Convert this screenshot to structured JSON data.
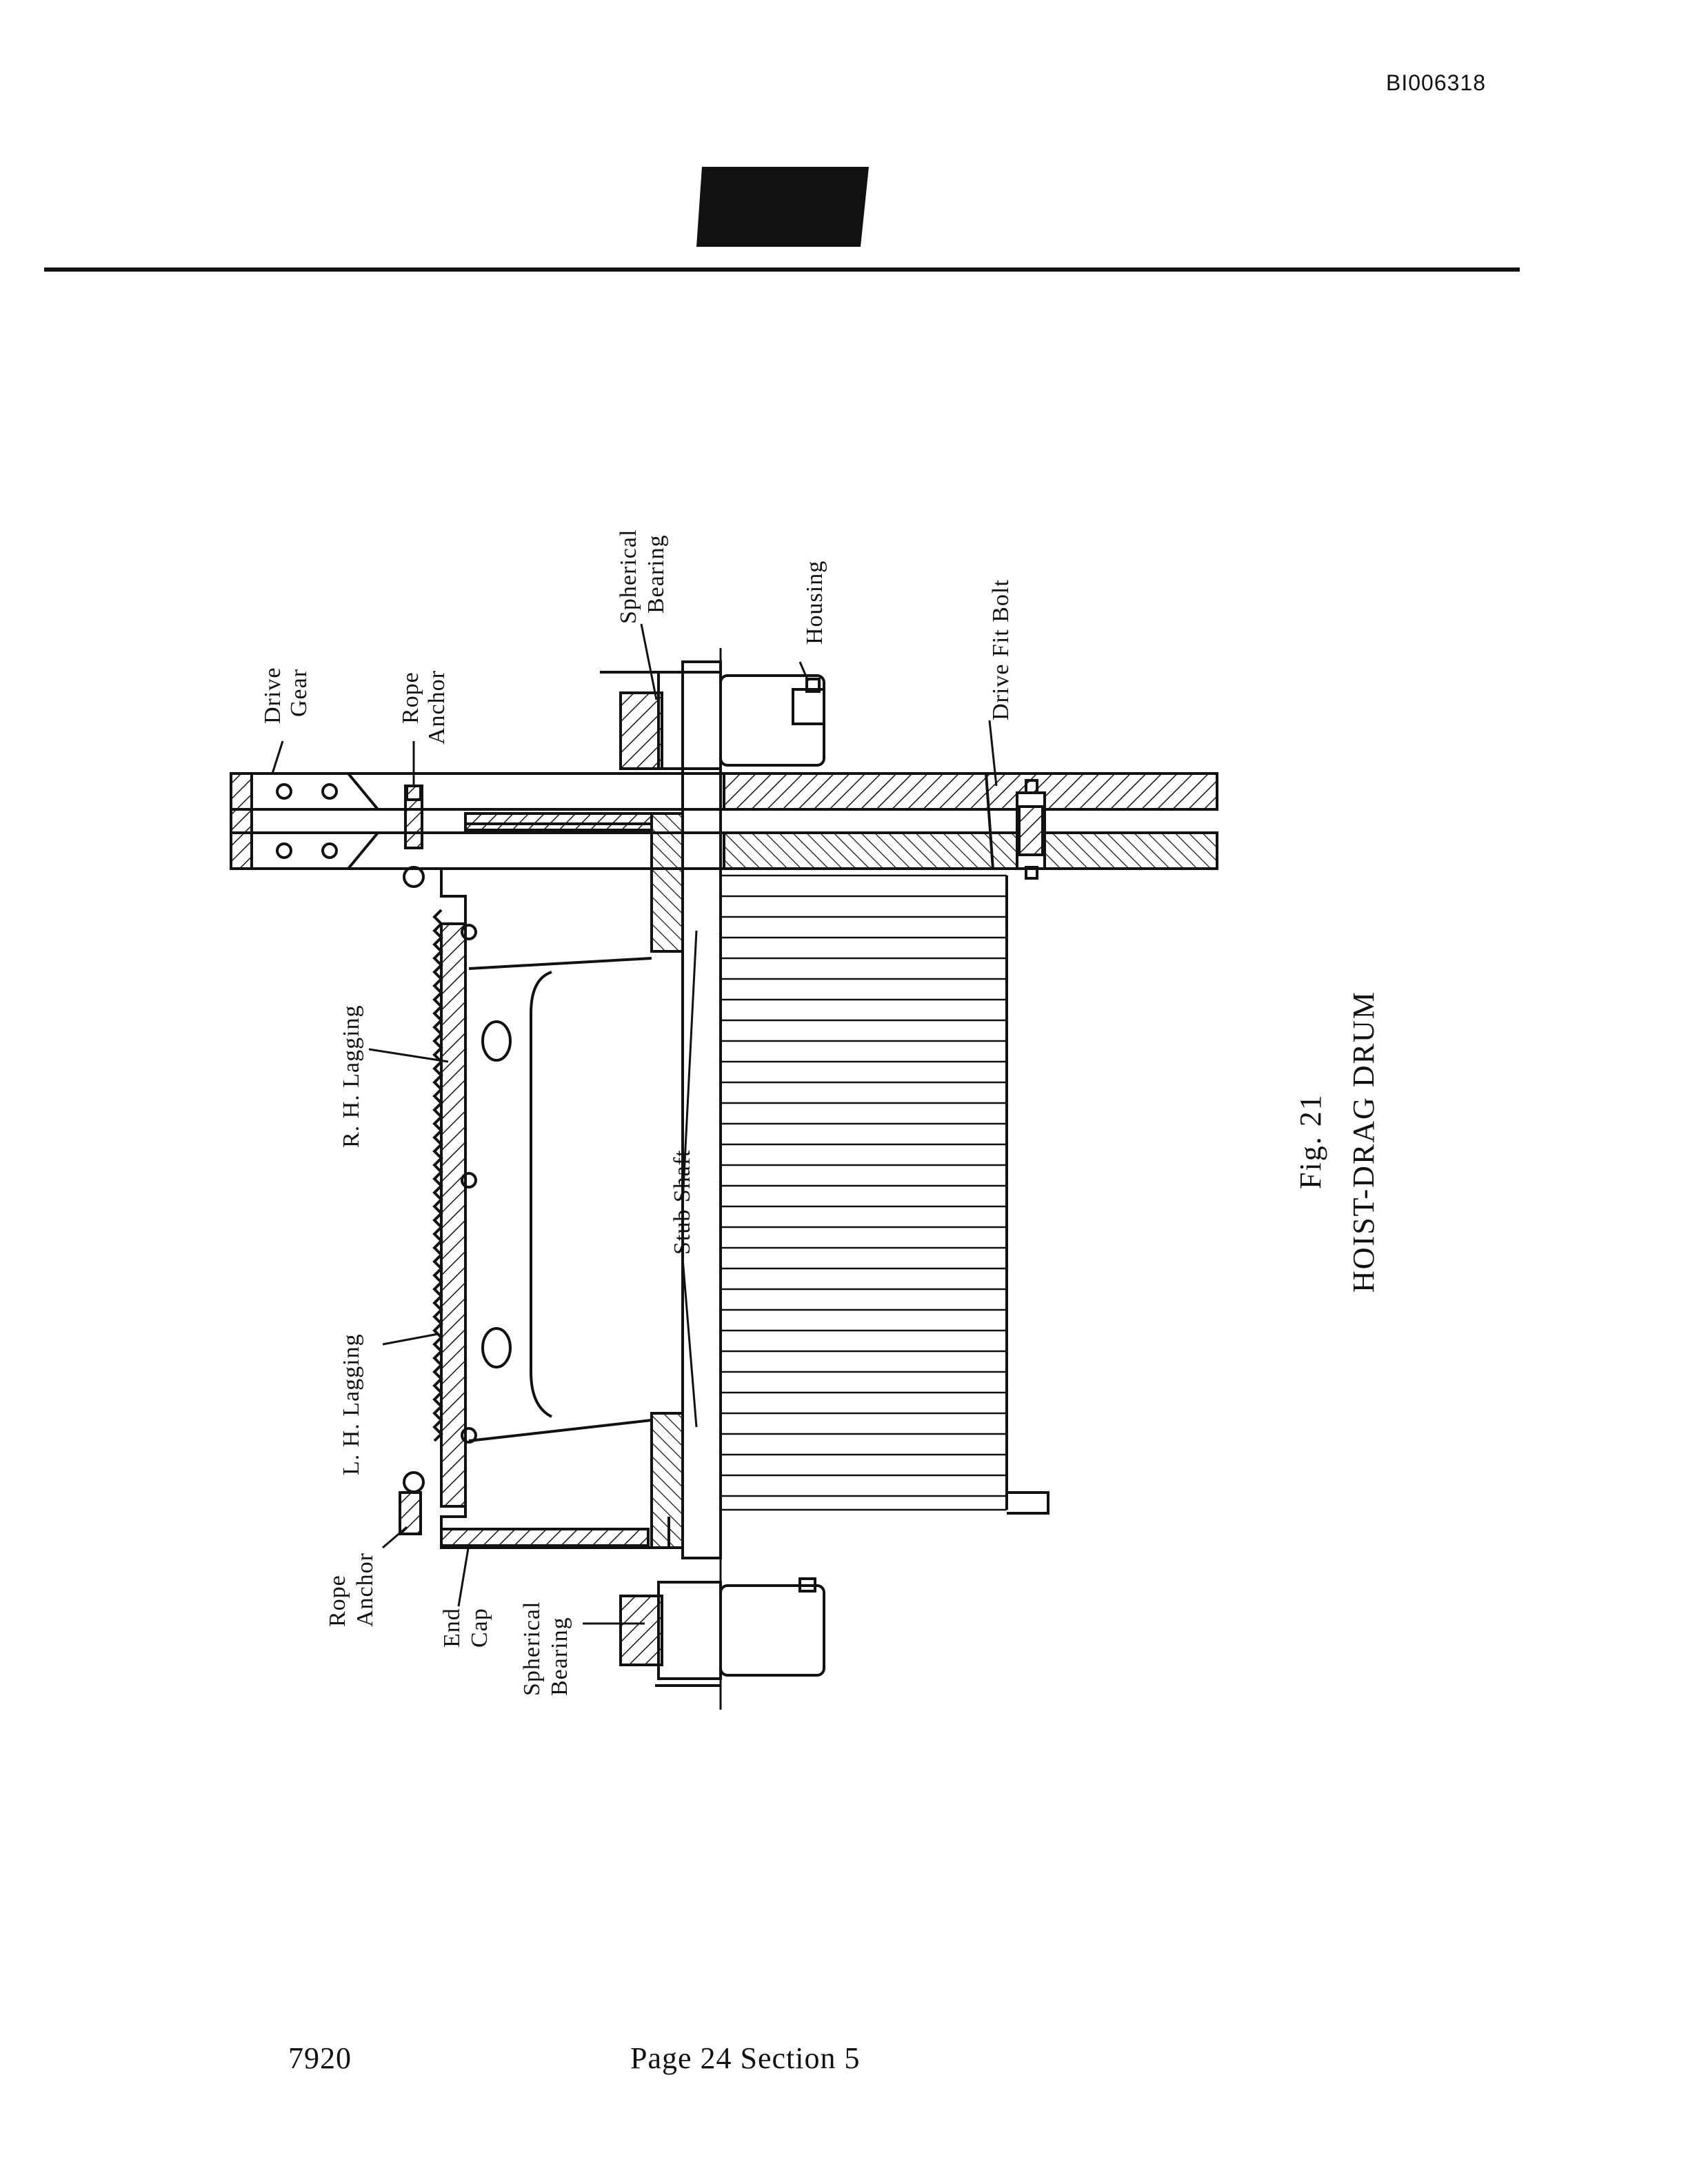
{
  "header": {
    "document_id": "BI006318"
  },
  "figure": {
    "number": "Fig. 21",
    "title": "HOIST-DRAG DRUM",
    "labels": {
      "drive_gear": [
        "Drive",
        "Gear"
      ],
      "rope_anchor": [
        "Rope",
        "Anchor"
      ],
      "spherical_bearing": [
        "Spherical",
        "Bearing"
      ],
      "housing": "Housing",
      "drive_fit_bolt": "Drive Fit Bolt",
      "rh_lagging": "R. H. Lagging",
      "lh_lagging": "L. H. Lagging",
      "stub_shaft": "Stub Shaft",
      "end_cap": [
        "End",
        "Cap"
      ]
    }
  },
  "footer": {
    "left": "7920",
    "center": "Page 24  Section 5"
  }
}
